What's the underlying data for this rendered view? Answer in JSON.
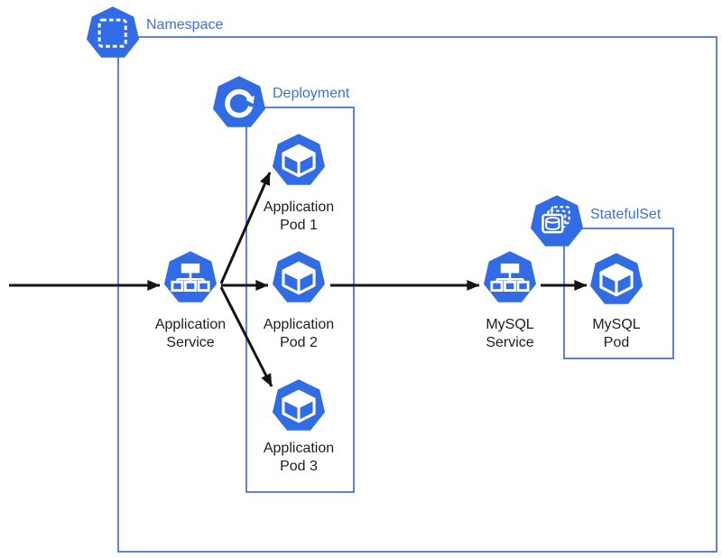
{
  "groups": {
    "namespace": {
      "label": "Namespace"
    },
    "deployment": {
      "label": "Deployment"
    },
    "statefulset": {
      "label": "StatefulSet"
    }
  },
  "nodes": {
    "app_service": {
      "line1": "Application",
      "line2": "Service"
    },
    "app_pod1": {
      "line1": "Application",
      "line2": "Pod 1"
    },
    "app_pod2": {
      "line1": "Application",
      "line2": "Pod 2"
    },
    "app_pod3": {
      "line1": "Application",
      "line2": "Pod 3"
    },
    "mysql_service": {
      "line1": "MySQL",
      "line2": "Service"
    },
    "mysql_pod": {
      "line1": "MySQL",
      "line2": "Pod"
    }
  },
  "icons": {
    "namespace": "namespace-dashed-square-icon",
    "deployment": "deployment-circular-arrow-icon",
    "statefulset": "statefulset-stacked-database-icon",
    "service": "service-tree-icon",
    "pod": "pod-cube-icon"
  },
  "colors": {
    "kubernetes_blue": "#326CE5",
    "boundary_blue": "#5C82DE",
    "label_blue": "#3D6FDD",
    "arrow_black": "#141414",
    "text_black": "#1D1D1D",
    "background": "#FFFFFF"
  }
}
